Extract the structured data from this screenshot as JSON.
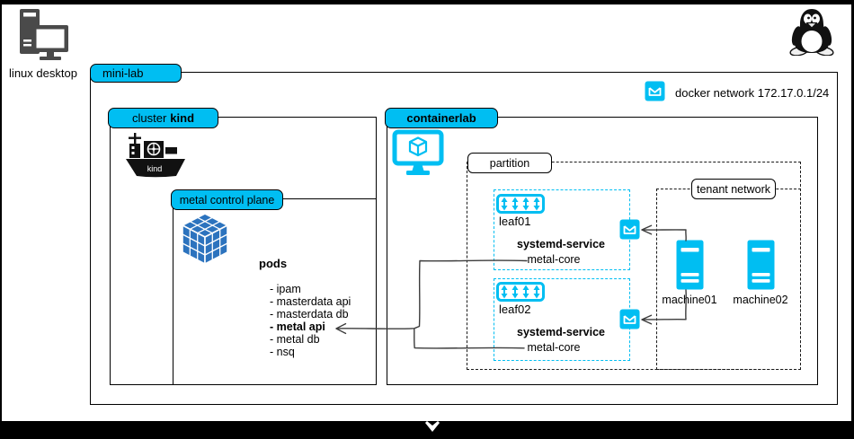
{
  "colors": {
    "accent_cyan": "#00BEF2",
    "cube_blue": "#2C73BE",
    "icon_gray": "#4A4A4A",
    "connector_line": "#3C3C3C"
  },
  "desktop": {
    "label": "linux desktop"
  },
  "mini_lab": {
    "label": "mini-lab"
  },
  "docker_network": {
    "label": "docker network 172.17.0.1/24"
  },
  "cluster_kind": {
    "label_prefix": "cluster",
    "label_bold": "kind",
    "ship_text": "kind"
  },
  "metal_control_plane": {
    "label": "metal control plane",
    "pods_title": "pods",
    "pods": [
      "- ipam",
      "- masterdata api",
      "- masterdata db",
      "- metal api",
      "- metal db",
      "- nsq"
    ]
  },
  "containerlab": {
    "label": "containerlab"
  },
  "partition": {
    "label": "partition"
  },
  "tenant_network": {
    "label": "tenant network"
  },
  "leaf01": {
    "name": "leaf01",
    "service": "systemd-service",
    "unit": "metal-core"
  },
  "leaf02": {
    "name": "leaf02",
    "service": "systemd-service",
    "unit": "metal-core"
  },
  "machines": {
    "m1": "machine01",
    "m2": "machine02"
  }
}
